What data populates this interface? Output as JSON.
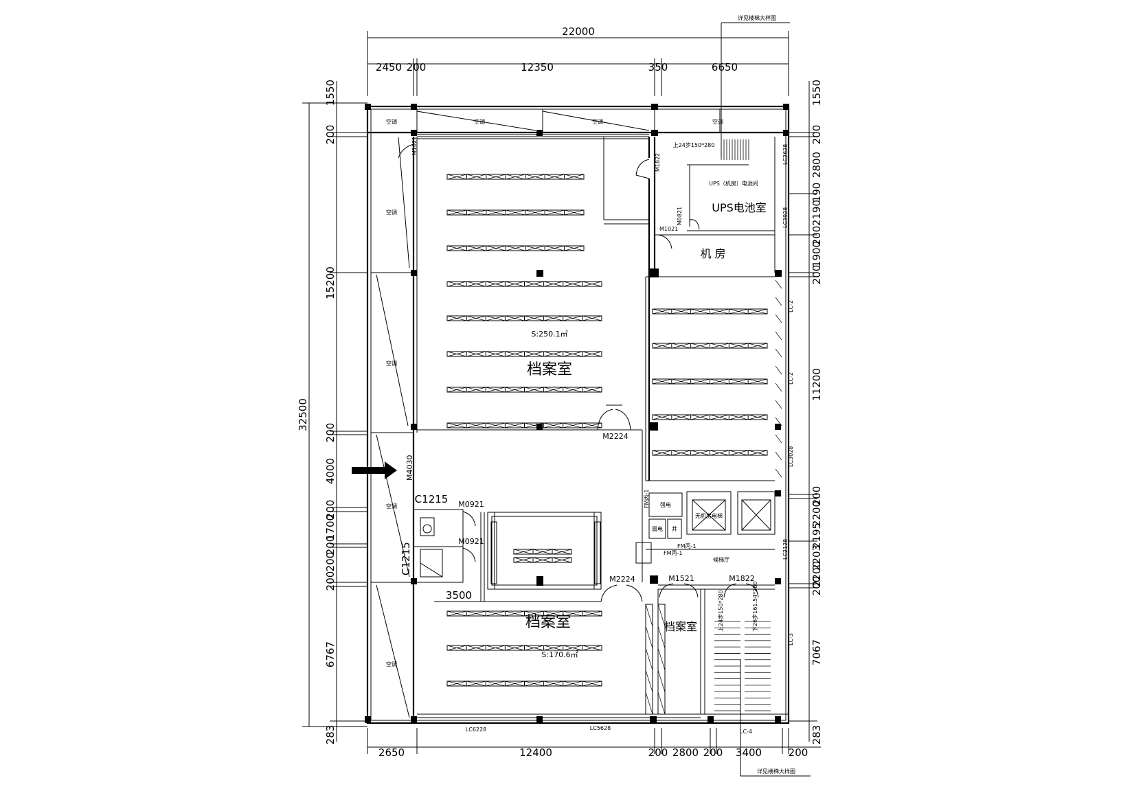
{
  "dimensions": {
    "top_total": "22000",
    "top_segments": [
      "2450",
      "200",
      "12350",
      "350",
      "6650"
    ],
    "bottom_segments": [
      "2650",
      "12400",
      "200",
      "2800",
      "200",
      "3400",
      "200"
    ],
    "left_total": "32500",
    "left_segments": [
      "1550",
      "200",
      "15200",
      "200",
      "4000",
      "200",
      "1700",
      "200",
      "200",
      "200",
      "6767",
      "283"
    ],
    "right_segments": [
      "1550",
      "200",
      "2800",
      "190",
      "2190",
      "200",
      "1900",
      "200",
      "11200",
      "200",
      "2200",
      "2195",
      "2203",
      "2200",
      "200",
      "7067",
      "283"
    ]
  },
  "rooms": {
    "archive_main": {
      "name": "档案室",
      "area": "S:250.1㎡"
    },
    "archive_lower": {
      "name": "档案室",
      "area": "S:170.6㎡"
    },
    "archive_small": {
      "name": "档案室"
    },
    "ups_room": {
      "name": "UPS电池室"
    },
    "machine_room": {
      "name": "机 房"
    },
    "elevator_lobby": {
      "name": "候梯厅"
    },
    "elevator_label": {
      "name": "无机房电梯"
    },
    "strong_elec": {
      "name": "强电"
    },
    "weak_elec": {
      "name": "弱电"
    },
    "well": {
      "name": "井"
    },
    "ups_note": {
      "name": "UPS（机房）电池间"
    },
    "void": "空调"
  },
  "doors": {
    "m4030": "M4030",
    "m2224_a": "M2224",
    "m2224_b": "M2224",
    "m1822_a": "M1822",
    "m1822_b": "M1822",
    "m1021_a": "M1021",
    "m1021_b": "M1021",
    "m0821": "M0821",
    "m0921_a": "M0921",
    "m0921_b": "M0921",
    "m1521": "M1521",
    "fm1": "FM丙-1",
    "fm2": "FM丙-1",
    "fm3": "FM丙-1",
    "c1215_a": "C1215",
    "c1215_b": "C1215",
    "lc2628": "LC2628",
    "lc3928": "LC3928",
    "lc2a": "LC-2",
    "lc2b": "LC-2",
    "lc3028": "LC3028",
    "lc2128": "LC2128",
    "lc3": "LC-3",
    "lc4": "LC-4",
    "lc6228": "LC6228",
    "lc5628": "LC5628"
  },
  "stairs": {
    "stair_top": "上24步150*280",
    "stair_bot_a": "上24步150*280",
    "stair_bot_b": "下26步161.54*280"
  },
  "dim_3500": "3500",
  "notes": {
    "top": "详见楼梯大样图",
    "bottom": "详见楼梯大样图"
  }
}
